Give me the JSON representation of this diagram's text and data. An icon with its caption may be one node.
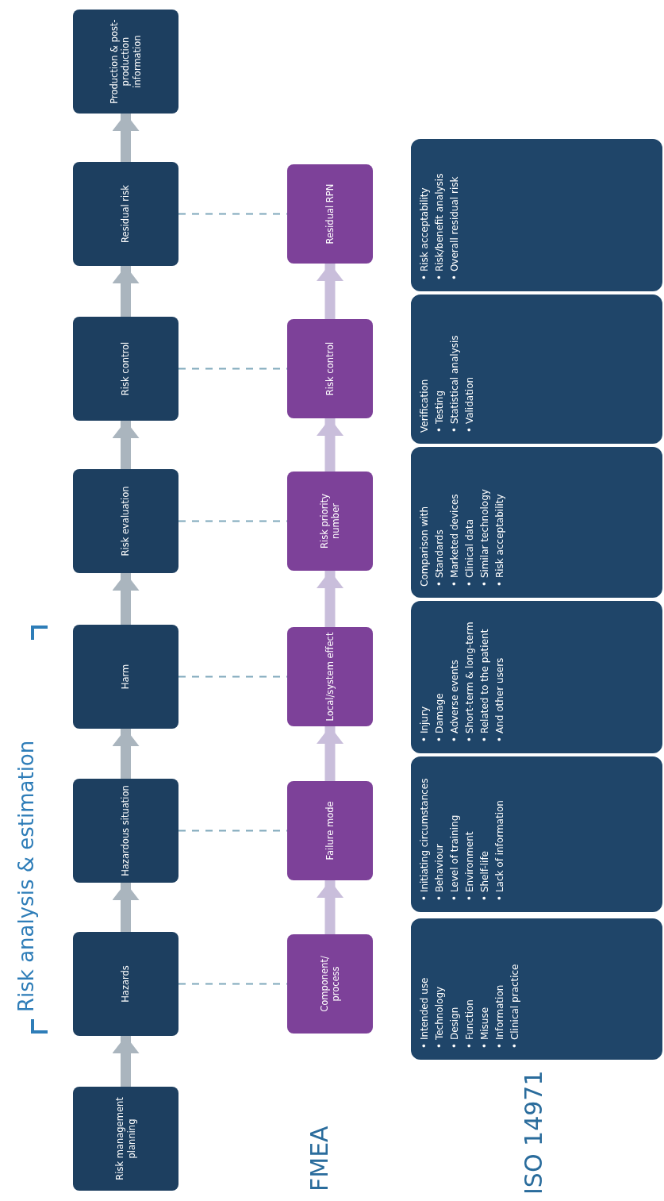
{
  "diagram": {
    "nodes": [
      {
        "text": [
          "Risk management planning"
        ]
      },
      {
        "text": [
          "Hazards"
        ]
      },
      {
        "text": [
          "Hazardous situation"
        ]
      },
      {
        "text": [
          "Harm"
        ]
      },
      {
        "text": [
          "Risk evaluation"
        ]
      },
      {
        "text": [
          "Risk control"
        ]
      },
      {
        "text": [
          "Residual risk"
        ]
      },
      {
        "text": [
          "Production & post-production information"
        ]
      },
      {
        "text": [
          "Component/ process"
        ]
      },
      {
        "text": [
          "Failure mode"
        ]
      },
      {
        "text": [
          "Local/system effect"
        ]
      },
      {
        "text": [
          "Risk priority number"
        ]
      },
      {
        "text": [
          "Risk control"
        ]
      },
      {
        "text": [
          "Residual RPN"
        ]
      },
      {
        "text": [
          "• Intended use",
          "• Technology",
          "• Design",
          "• Function",
          "• Misuse",
          "• Information",
          "• Clinical practice"
        ]
      },
      {
        "text": [
          "• Initiating circumstances",
          "• Behaviour",
          "• Level of training",
          "• Environment",
          "• Shelf-life",
          "• Lack of information"
        ]
      },
      {
        "text": [
          "• Injury",
          "• Damage",
          "• Adverse events",
          "• Short-term & long-term",
          "• Related to the patient",
          "• And other users"
        ]
      },
      {
        "text": [
          "Comparison with",
          "• Standards",
          "• Marketed devices",
          "• Clinical data",
          "• Similar technology",
          "• Risk acceptability"
        ]
      },
      {
        "text": [
          "Verification",
          "• Testing",
          "• Statistical analysis",
          "• Validation"
        ]
      },
      {
        "text": [
          "• Risk acceptability",
          "• Risk/benefit analysis",
          "• Overall residual risk"
        ]
      }
    ],
    "edges": [
      {
        "from": 0,
        "to": 1,
        "arrow": "to"
      },
      {
        "from": 1,
        "to": 2,
        "arrow": "to"
      },
      {
        "from": 2,
        "to": 3,
        "arrow": "to"
      },
      {
        "from": 3,
        "to": 4,
        "arrow": "to"
      },
      {
        "from": 4,
        "to": 5,
        "arrow": "to"
      },
      {
        "from": 5,
        "to": 6,
        "arrow": "to"
      },
      {
        "from": 6,
        "to": 7,
        "arrow": "to"
      },
      {
        "from": 8,
        "to": 9,
        "arrow": "to",
        "color": "#c9bedb"
      },
      {
        "from": 9,
        "to": 10,
        "arrow": "to",
        "color": "#c9bedb"
      },
      {
        "from": 10,
        "to": 11,
        "arrow": "to",
        "color": "#c9bedb"
      },
      {
        "from": 11,
        "to": 12,
        "arrow": "to",
        "color": "#c9bedb"
      },
      {
        "from": 12,
        "to": 13,
        "arrow": "to",
        "color": "#c9bedb"
      },
      {
        "from": 1,
        "to": 8,
        "arrow": "none",
        "style": "dashed",
        "color": "#7fa8bb"
      },
      {
        "from": 2,
        "to": 9,
        "arrow": "none",
        "style": "dashed",
        "color": "#7fa8bb"
      },
      {
        "from": 3,
        "to": 10,
        "arrow": "none",
        "style": "dashed",
        "color": "#7fa8bb"
      },
      {
        "from": 4,
        "to": 11,
        "arrow": "none",
        "style": "dashed",
        "color": "#7fa8bb"
      },
      {
        "from": 5,
        "to": 12,
        "arrow": "none",
        "style": "dashed",
        "color": "#7fa8bb"
      },
      {
        "from": 6,
        "to": 13,
        "arrow": "none",
        "style": "dashed",
        "color": "#7fa8bb"
      }
    ],
    "labels": [
      "Risk analysis & estimation",
      "FMEA",
      "ISO 14971"
    ]
  }
}
